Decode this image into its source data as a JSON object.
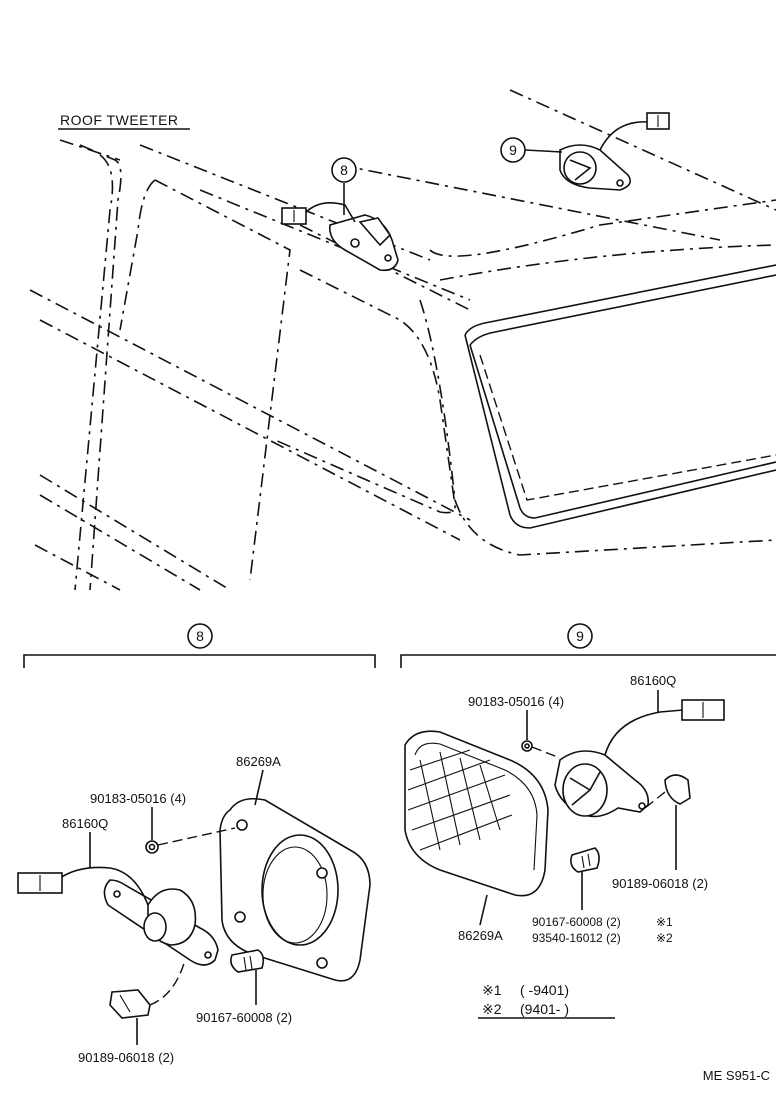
{
  "title": "ROOF TWEETER",
  "callouts": {
    "eight": "8",
    "nine": "9"
  },
  "section8": {
    "label": "8",
    "parts": {
      "gasket": "86269A",
      "nut": "90183-05016 (4)",
      "speaker": "86160Q",
      "screw": "90167-60008 (2)",
      "clip": "90189-06018 (2)"
    }
  },
  "section9": {
    "label": "9",
    "parts": {
      "nut": "90183-05016 (4)",
      "speaker": "86160Q",
      "clip": "90189-06018 (2)",
      "screw_a": "90167-60008 (2)",
      "screw_a_mark": "※1",
      "screw_b": "93540-16012 (2)",
      "screw_b_mark": "※2",
      "gasket": "86269A"
    },
    "notes": [
      {
        "mark": "※1",
        "range": "(        -9401)"
      },
      {
        "mark": "※2",
        "range": "(9401-        )"
      }
    ]
  },
  "figure_code": "ME S951-C",
  "colors": {
    "ink": "#111111",
    "paper": "#ffffff"
  }
}
